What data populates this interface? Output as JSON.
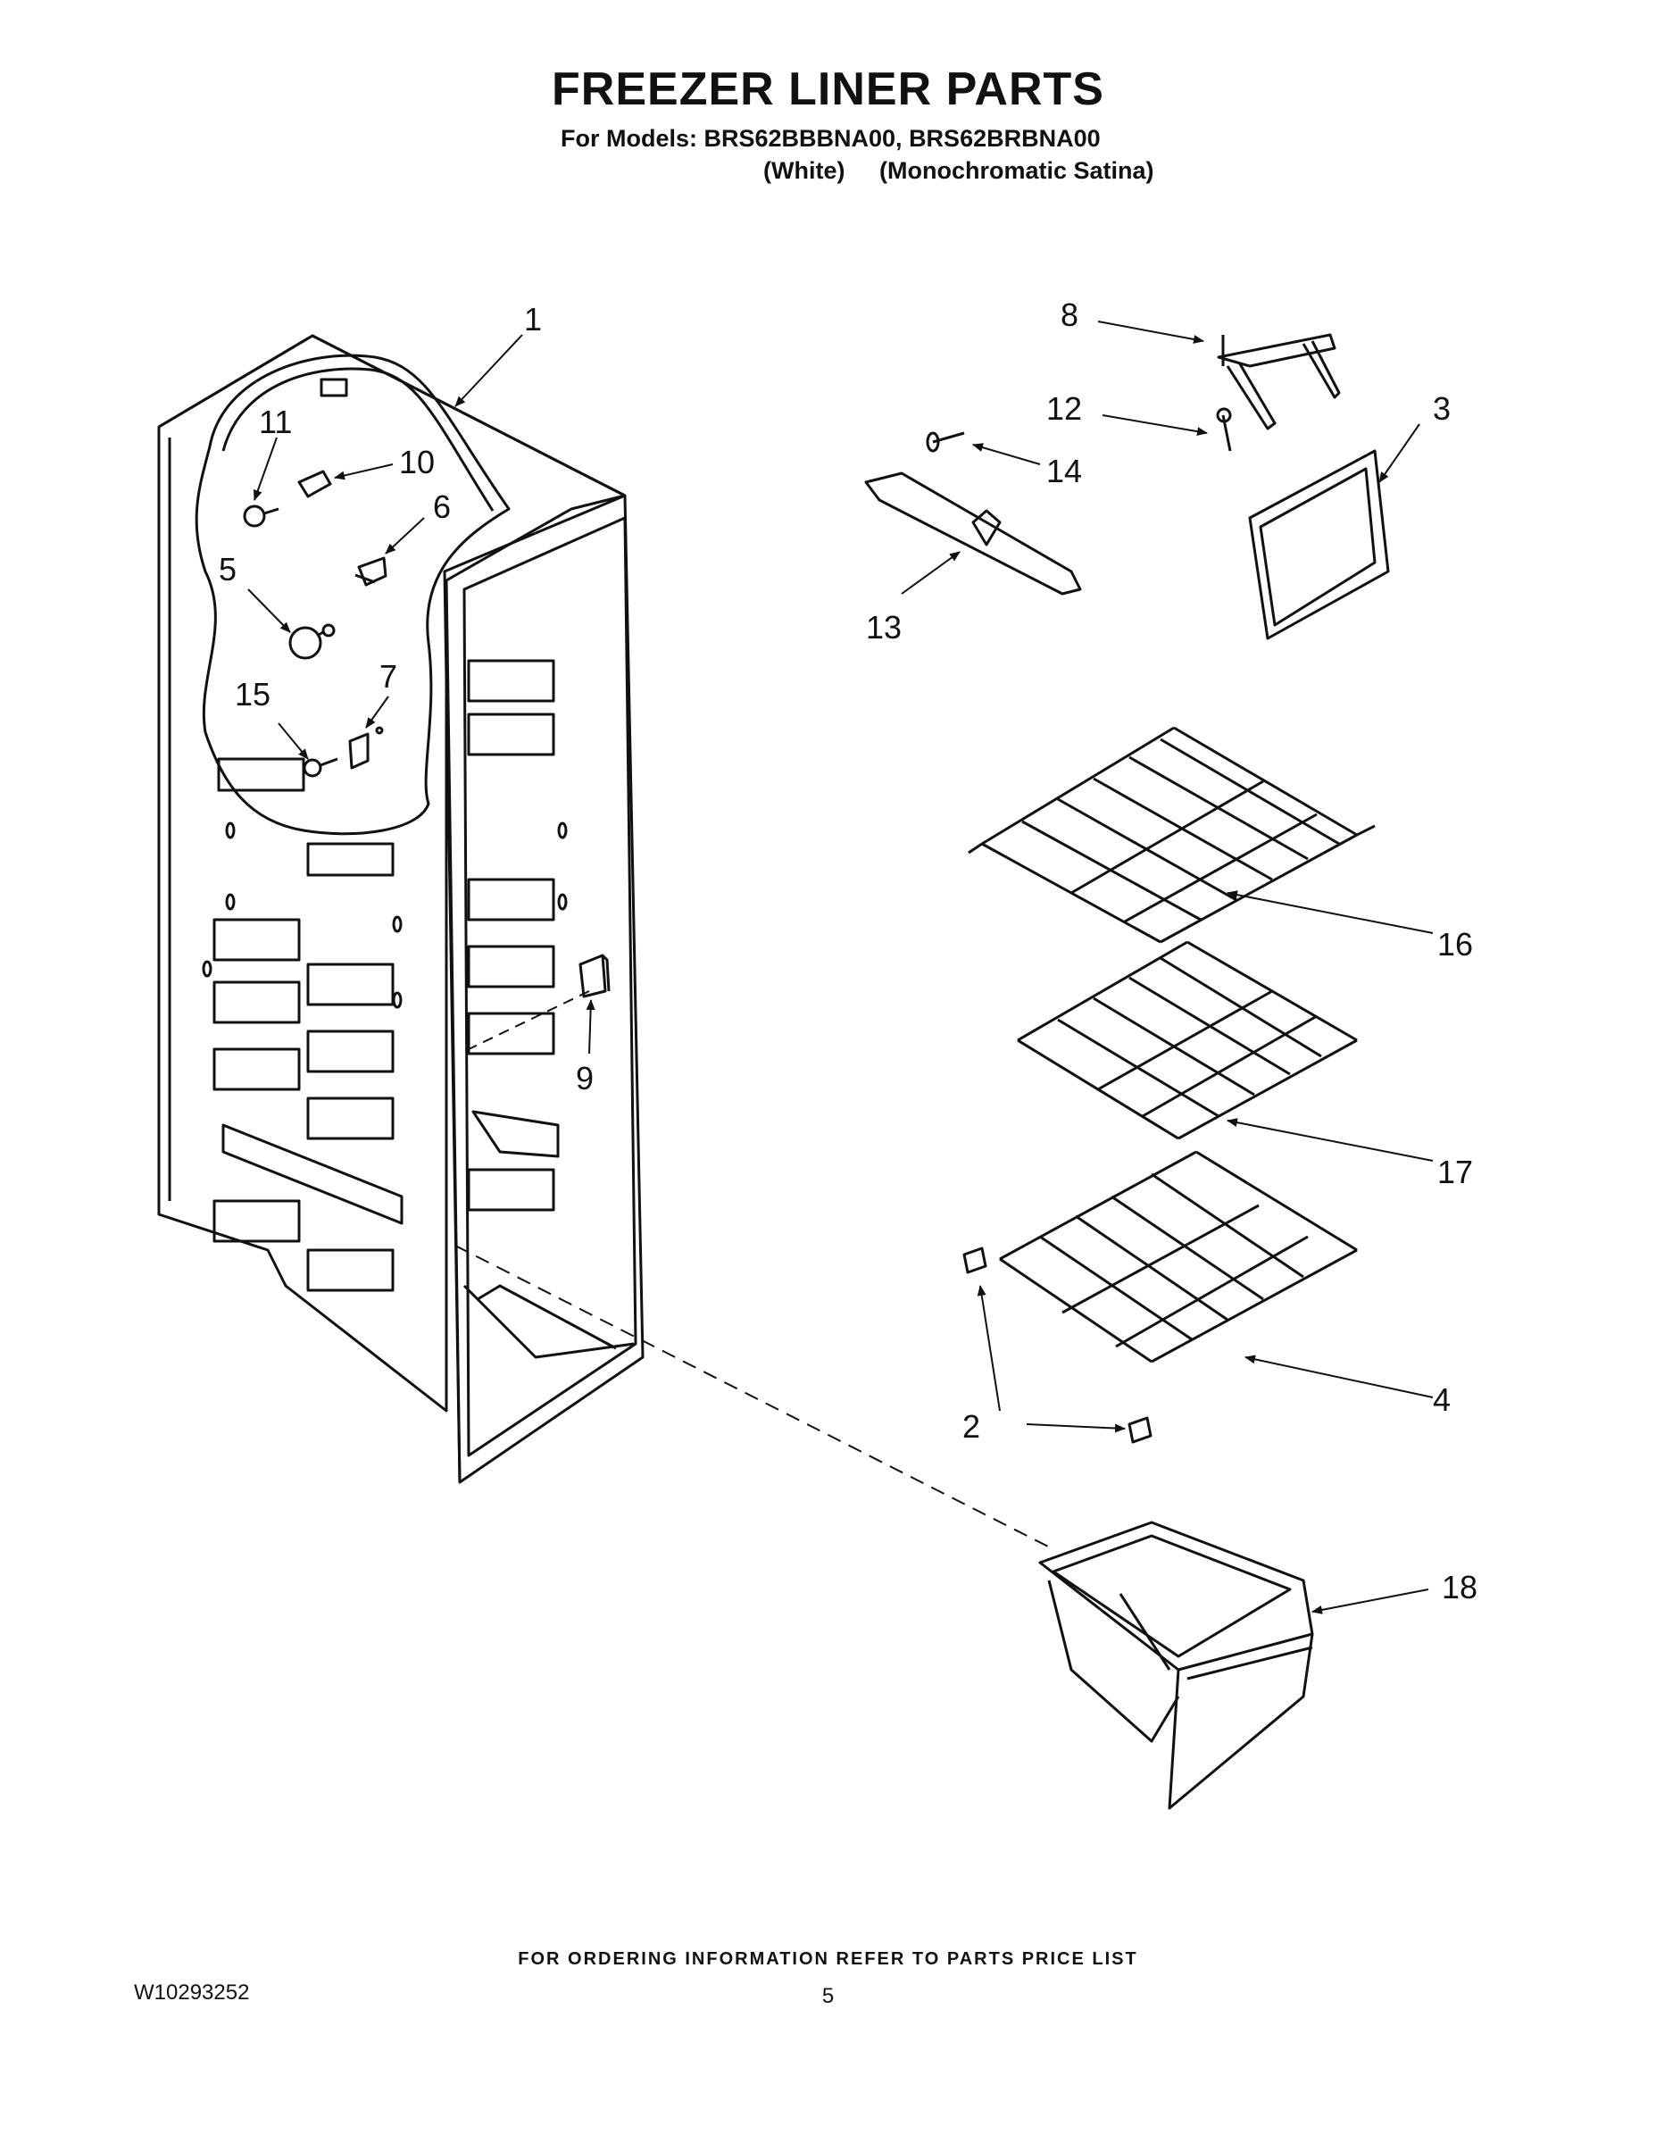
{
  "header": {
    "title": "FREEZER LINER PARTS",
    "models_line": "For Models: BRS62BBBNA00, BRS62BRBNA00",
    "variant_white": "(White)",
    "variant_mono": "(Monochromatic Satina)"
  },
  "callouts": [
    "1",
    "2",
    "3",
    "4",
    "5",
    "6",
    "7",
    "8",
    "9",
    "10",
    "11",
    "12",
    "13",
    "14",
    "15",
    "16",
    "17",
    "18"
  ],
  "colors": {
    "line": "#111111",
    "background": "#ffffff"
  },
  "footer": {
    "ordering_note": "FOR ORDERING INFORMATION REFER TO PARTS PRICE LIST",
    "doc_number": "W10293252",
    "page_number": "5"
  }
}
